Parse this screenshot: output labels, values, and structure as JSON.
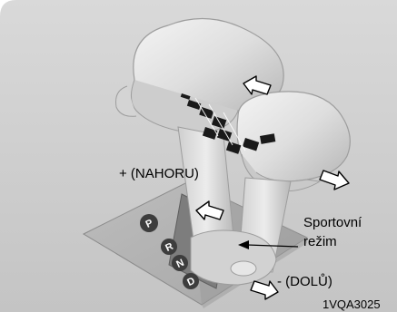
{
  "figure": {
    "gate_letters": [
      "P",
      "R",
      "N",
      "D"
    ],
    "labels": {
      "up": "+ (NAHORU)",
      "sport_line1": "Sportovní",
      "sport_line2": "režim",
      "down": "- (DOLŮ)"
    },
    "code": "1VQA3025"
  }
}
